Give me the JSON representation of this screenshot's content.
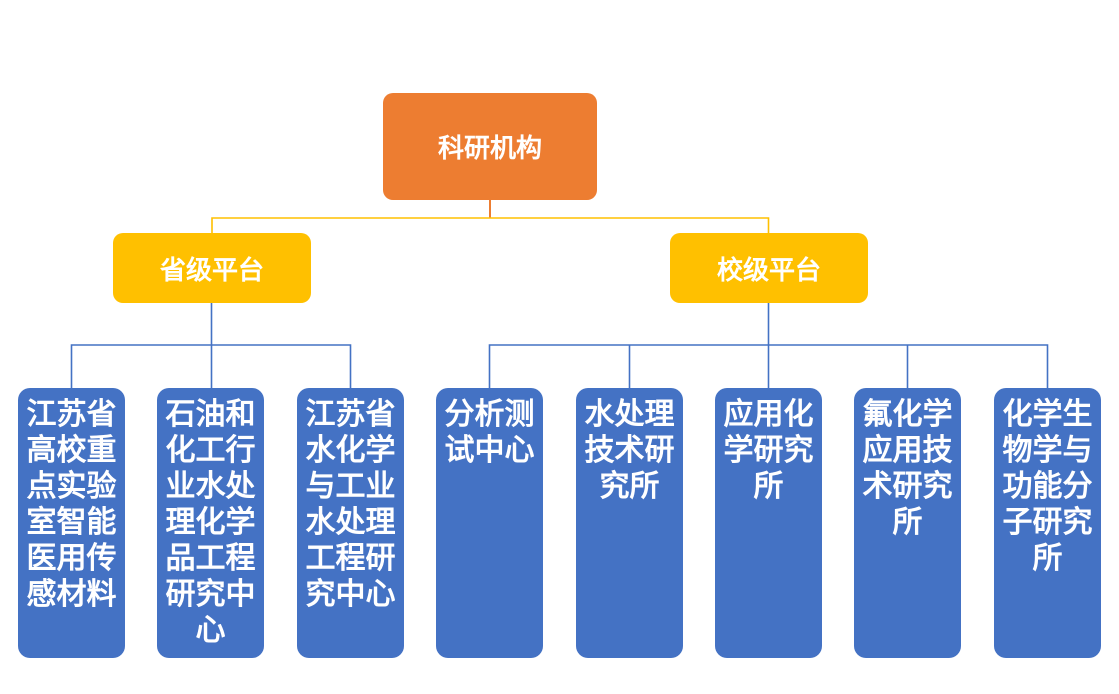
{
  "org_chart": {
    "root": {
      "label": "科研机构"
    },
    "branches": [
      {
        "label": "省级平台",
        "children": [
          "江苏省高校重点实验室智能医用传感材料",
          "石油和化工行业水处理化学品工程研究中心",
          "江苏省水化学与工业水处理工程研究中心"
        ]
      },
      {
        "label": "校级平台",
        "children": [
          "分析测试中心",
          "水处理技术研究所",
          "应用化学研究所",
          "氟化学应用技术研究所",
          "化学生物学与功能分子研究所"
        ]
      }
    ]
  },
  "colors": {
    "root_fill": "#ED7D31",
    "branch_fill": "#FFC000",
    "leaf_fill": "#4472C4",
    "connector_orange": "#ED7D31",
    "connector_yellow": "#FFC000",
    "connector_blue": "#4472C4",
    "text_color": "#FFFFFF"
  }
}
